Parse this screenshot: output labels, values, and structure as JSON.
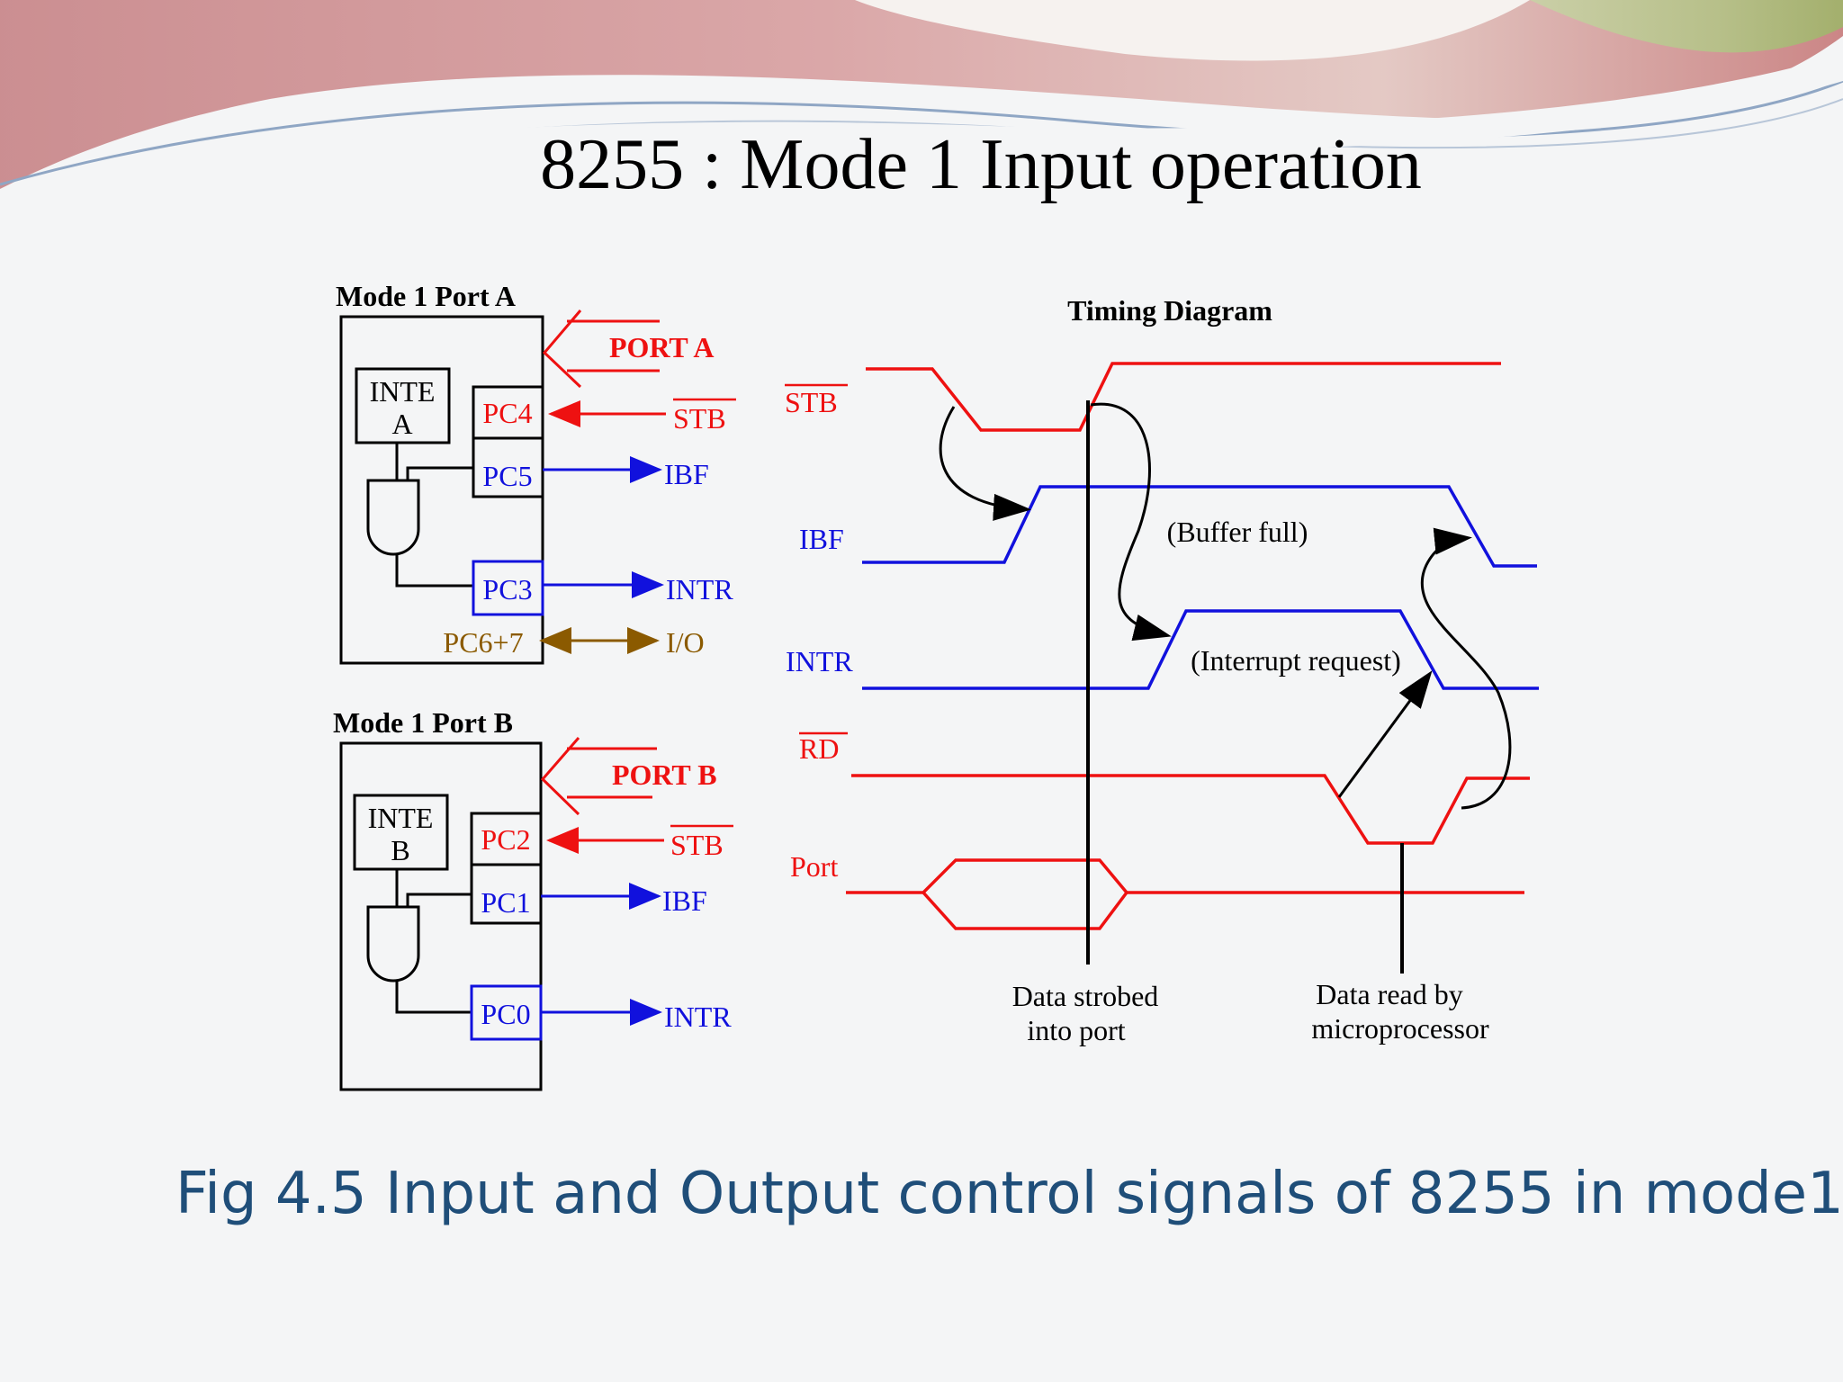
{
  "slide": {
    "title": "8255 : Mode 1 Input operation",
    "caption": "Fig 4.5 Input and Output control signals of 8255 in mode1"
  },
  "port_a": {
    "heading": "Mode 1 Port A",
    "port_label": "PORT A",
    "inte_line1": "INTE",
    "inte_line2": "A",
    "pin_stb": "PC4",
    "pin_ibf": "PC5",
    "pin_intr": "PC3",
    "pin_io": "PC6+7",
    "sig_stb": "STB",
    "sig_ibf": "IBF",
    "sig_intr": "INTR",
    "sig_io": "I/O"
  },
  "port_b": {
    "heading": "Mode 1 Port B",
    "port_label": "PORT B",
    "inte_line1": "INTE",
    "inte_line2": "B",
    "pin_stb": "PC2",
    "pin_ibf": "PC1",
    "pin_intr": "PC0",
    "sig_stb": "STB",
    "sig_ibf": "IBF",
    "sig_intr": "INTR"
  },
  "timing": {
    "title": "Timing Diagram",
    "signals": [
      "STB",
      "IBF",
      "INTR",
      "RD",
      "Port"
    ],
    "buffer_full": "(Buffer  full)",
    "interrupt_request": "(Interrupt request)",
    "strobe_note_line1": "Data strobed",
    "strobe_note_line2": "into port",
    "read_note_line1": "Data read by",
    "read_note_line2": "microprocessor"
  },
  "colors": {
    "red": "#ee1111",
    "blue": "#1111dd",
    "brown": "#8b5a00",
    "caption": "#1f4e79"
  }
}
